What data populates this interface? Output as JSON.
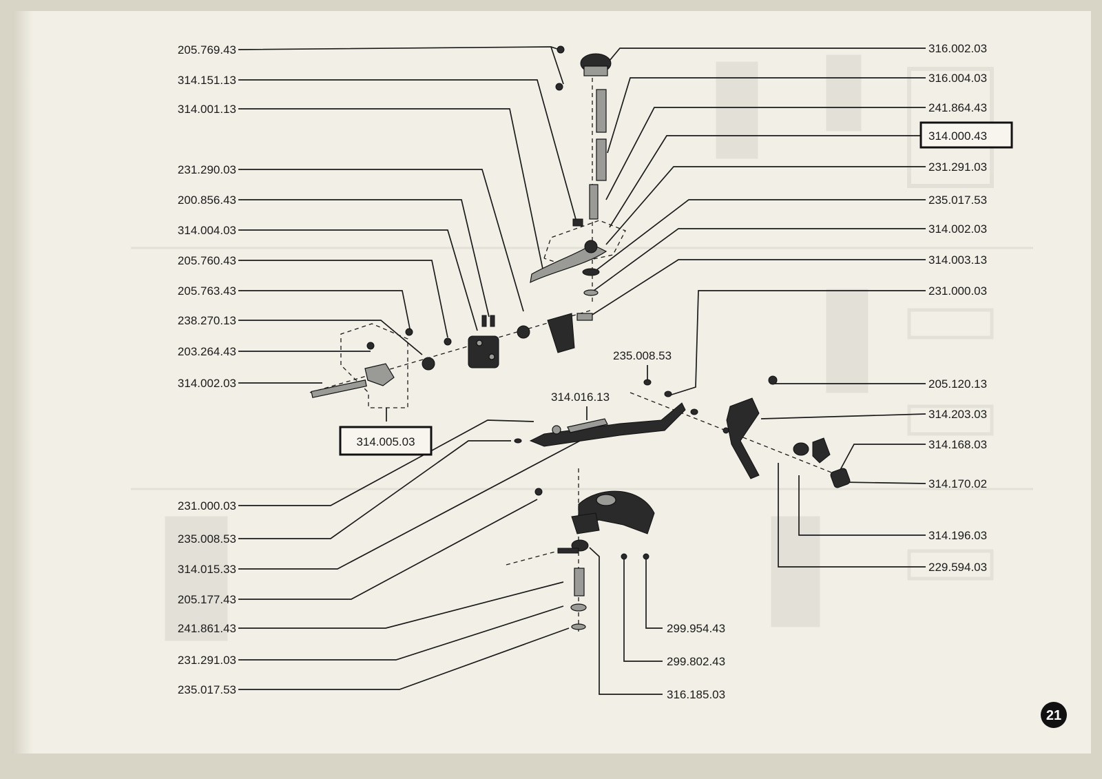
{
  "page_number": "21",
  "boxed_labels": [
    "314.000.43",
    "314.005.03"
  ],
  "labels_left": [
    "205.769.43",
    "314.151.13",
    "314.001.13",
    "231.290.03",
    "200.856.43",
    "314.004.03",
    "205.760.43",
    "205.763.43",
    "238.270.13",
    "203.264.43",
    "314.002.03",
    "231.000.03",
    "235.008.53",
    "314.015.33",
    "205.177.43",
    "241.861.43",
    "231.291.03",
    "235.017.53"
  ],
  "labels_right": [
    "316.002.03",
    "316.004.03",
    "241.864.43",
    "314.000.43",
    "231.291.03",
    "235.017.53",
    "314.002.03",
    "314.003.13",
    "231.000.03",
    "205.120.13",
    "314.203.03",
    "314.168.03",
    "314.170.02",
    "314.196.03",
    "229.594.03"
  ],
  "labels_center": [
    "235.008.53",
    "314.016.13",
    "314.005.03",
    "299.954.43",
    "299.802.43",
    "316.185.03"
  ]
}
